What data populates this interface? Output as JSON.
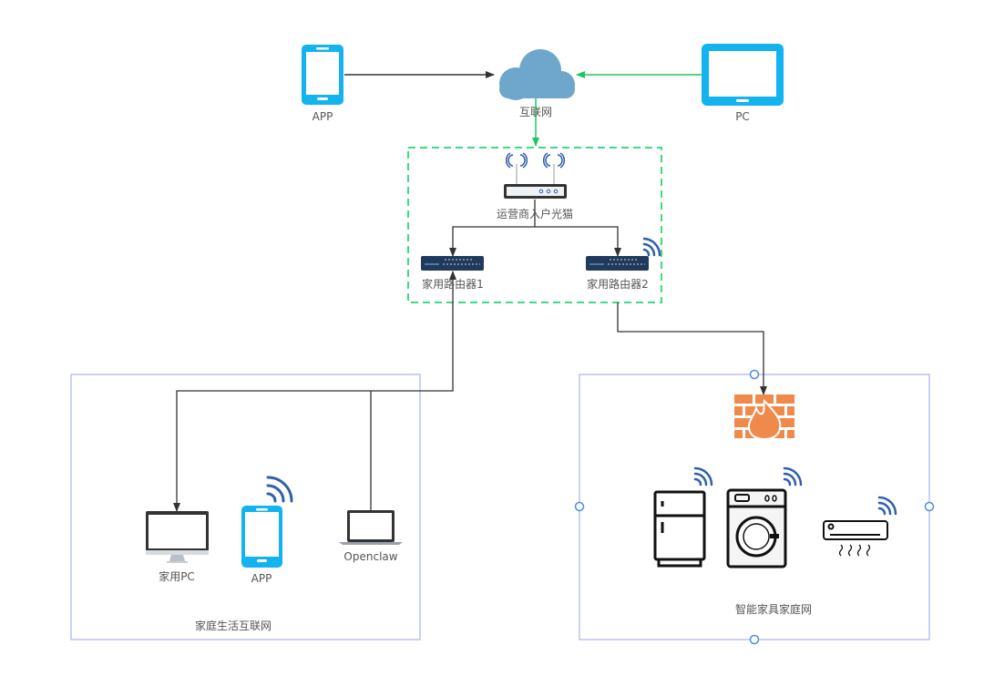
{
  "colors": {
    "device_blue": "#12b3ef",
    "cloud_blue": "#6fa7cc",
    "green_link": "#1fc760",
    "dashed_border": "#3ddc84",
    "group_border": "#a9b0f0",
    "handle": "#4a8fe0",
    "wifi": "#2f5fae",
    "firewall": "#f08a4b",
    "router_navy": "#1f3a5c",
    "line_dark": "#333333",
    "label_gray": "#555555"
  },
  "nodes": {
    "app_top": {
      "label": "APP",
      "icon": "smartphone-icon"
    },
    "internet": {
      "label": "互联网",
      "icon": "cloud-icon"
    },
    "pc_top": {
      "label": "PC",
      "icon": "tablet-icon"
    },
    "modem": {
      "label": "运营商入户光猫",
      "icon": "modem-icon"
    },
    "router1": {
      "label": "家用路由器1",
      "icon": "router-icon"
    },
    "router2": {
      "label": "家用路由器2",
      "icon": "router-icon"
    },
    "home_pc": {
      "label": "家用PC",
      "icon": "monitor-icon"
    },
    "home_app": {
      "label": "APP",
      "icon": "smartphone-icon"
    },
    "openclaw": {
      "label": "Openclaw",
      "icon": "laptop-icon"
    },
    "firewall": {
      "label": "",
      "icon": "firewall-icon"
    },
    "fridge": {
      "label": "",
      "icon": "refrigerator-icon"
    },
    "washer": {
      "label": "",
      "icon": "washing-machine-icon"
    },
    "aircon": {
      "label": "",
      "icon": "air-conditioner-icon"
    }
  },
  "groups": {
    "gateway": {
      "label": ""
    },
    "home_life": {
      "label": "家庭生活互联网"
    },
    "smart_home": {
      "label": "智能家具家庭网"
    }
  },
  "edges": [
    {
      "from": "app_top",
      "to": "internet",
      "color": "dark"
    },
    {
      "from": "pc_top",
      "to": "internet",
      "color": "green"
    },
    {
      "from": "internet",
      "to": "modem",
      "color": "green"
    },
    {
      "from": "modem",
      "to": "router1",
      "color": "dark"
    },
    {
      "from": "modem",
      "to": "router2",
      "color": "dark"
    },
    {
      "from": "openclaw",
      "to": "router1",
      "color": "dark"
    },
    {
      "from": "router1",
      "to": "home_pc",
      "color": "dark"
    },
    {
      "from": "router2",
      "to": "firewall",
      "color": "dark"
    }
  ]
}
